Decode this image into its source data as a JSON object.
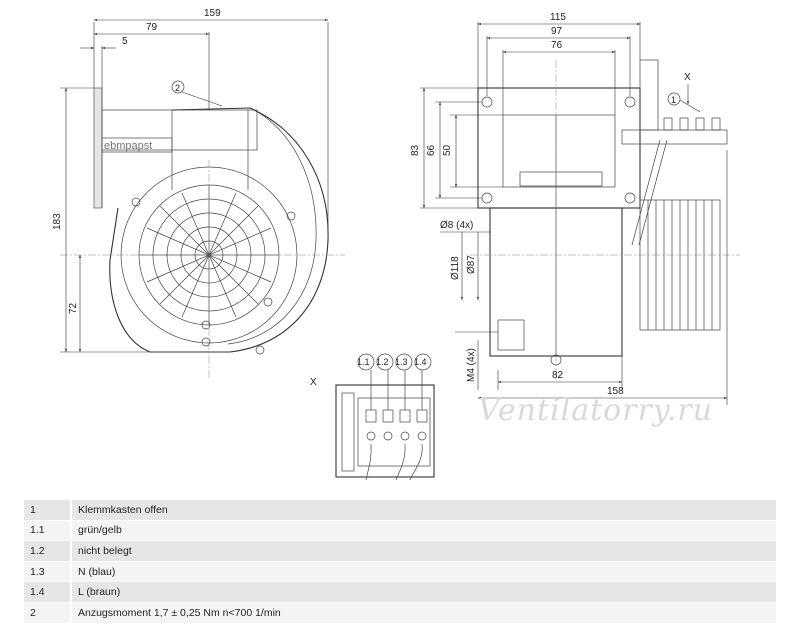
{
  "drawing": {
    "dims_left": [
      "159",
      "79",
      "5",
      "183",
      "72"
    ],
    "dims_right": [
      "115",
      "97",
      "76",
      "83",
      "66",
      "50",
      "Ø8 (4x)",
      "Ø118",
      "Ø87",
      "M4 (4x)",
      "82",
      "158"
    ],
    "callouts": [
      "1",
      "2"
    ],
    "view_marker": "X",
    "terminal_labels": [
      "1.1",
      "1.2",
      "1.3",
      "1.4"
    ],
    "brand_mark": "ebmpapst",
    "watermark": "Ventilatorry.ru"
  },
  "legend": [
    {
      "key": "1",
      "text": "Klemmkasten offen"
    },
    {
      "key": "1.1",
      "text": "grün/gelb"
    },
    {
      "key": "1.2",
      "text": "nicht belegt"
    },
    {
      "key": "1.3",
      "text": "N (blau)"
    },
    {
      "key": "1.4",
      "text": "L (braun)"
    },
    {
      "key": "2",
      "text": "Anzugsmoment 1,7 ± 0,25 Nm n<700 1/min"
    }
  ]
}
